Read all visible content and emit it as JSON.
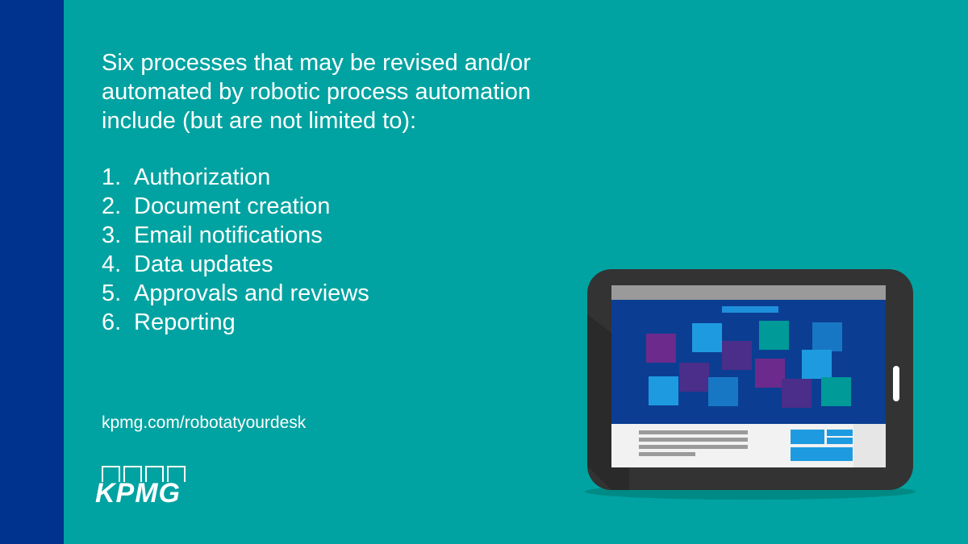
{
  "intro": "Six processes that may be revised and/or automated by robotic process automation include (but are not limited to):",
  "processes": [
    {
      "num": "1.",
      "label": "Authorization"
    },
    {
      "num": "2.",
      "label": "Document creation"
    },
    {
      "num": "3.",
      "label": "Email notifications"
    },
    {
      "num": "4.",
      "label": "Data updates"
    },
    {
      "num": "5.",
      "label": "Approvals and reviews"
    },
    {
      "num": "6.",
      "label": "Reporting"
    }
  ],
  "url": "kpmg.com/robotatyourdesk",
  "logo": {
    "text": "KPMG"
  },
  "colors": {
    "background": "#00A3A1",
    "side_band": "#00338D",
    "text": "#FFFFFF"
  },
  "icons": {
    "tablet": "tablet-illustration-icon",
    "logo": "kpmg-logo-icon"
  }
}
